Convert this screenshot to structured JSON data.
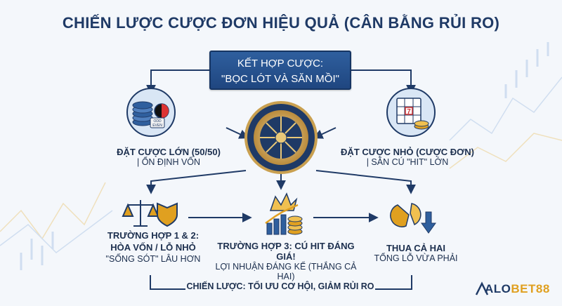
{
  "title": "CHIẾN LƯỢC CƯỢC ĐƠN HIỆU QUẢ (CÂN BẰNG RỦI RO)",
  "combo": {
    "line1": "KẾT HỢP CƯỢC:",
    "line2": "\"BỌC LÓT VÀ SĂN MỒI\""
  },
  "big_bet": {
    "title": "ĐẶT CƯỢC LỚN (50/50)",
    "subtitle": "| ỔN ĐỊNH VỐN",
    "chip_text_1": "ODD",
    "chip_text_2": "EVEN"
  },
  "small_bet": {
    "title": "ĐẶT CƯỢC NHỎ (CƯỢC ĐƠN)",
    "subtitle": "| SĂN CÚ \"HIT\" LỚN",
    "card_number": "7"
  },
  "case12": {
    "line1": "TRƯỜNG HỢP 1 & 2:",
    "line2": "HÒA VỐN / LỖ NHỎ",
    "line3": "\"SỐNG SÓT\" LÂU HƠN"
  },
  "case3": {
    "title": "TRƯỜNG HỢP 3: CÚ HIT ĐÁNG GIÁ!",
    "subtitle": "LỢI NHUẬN ĐÁNG KỂ (THẮNG CẢ HAI)"
  },
  "lose": {
    "title": "THUA CẢ HAI",
    "subtitle": "TỔNG LỖ VỪA PHẢI"
  },
  "strategy": "CHIẾN LƯỢC: TỐI ƯU CƠ HỘI, GIẢM RỦI RO",
  "logo": {
    "part1": "ALO",
    "part2": "BET88"
  },
  "colors": {
    "navy": "#1f3a66",
    "gold": "#e0a020",
    "blue": "#2f5f9e",
    "background": "#f4f7fb"
  }
}
